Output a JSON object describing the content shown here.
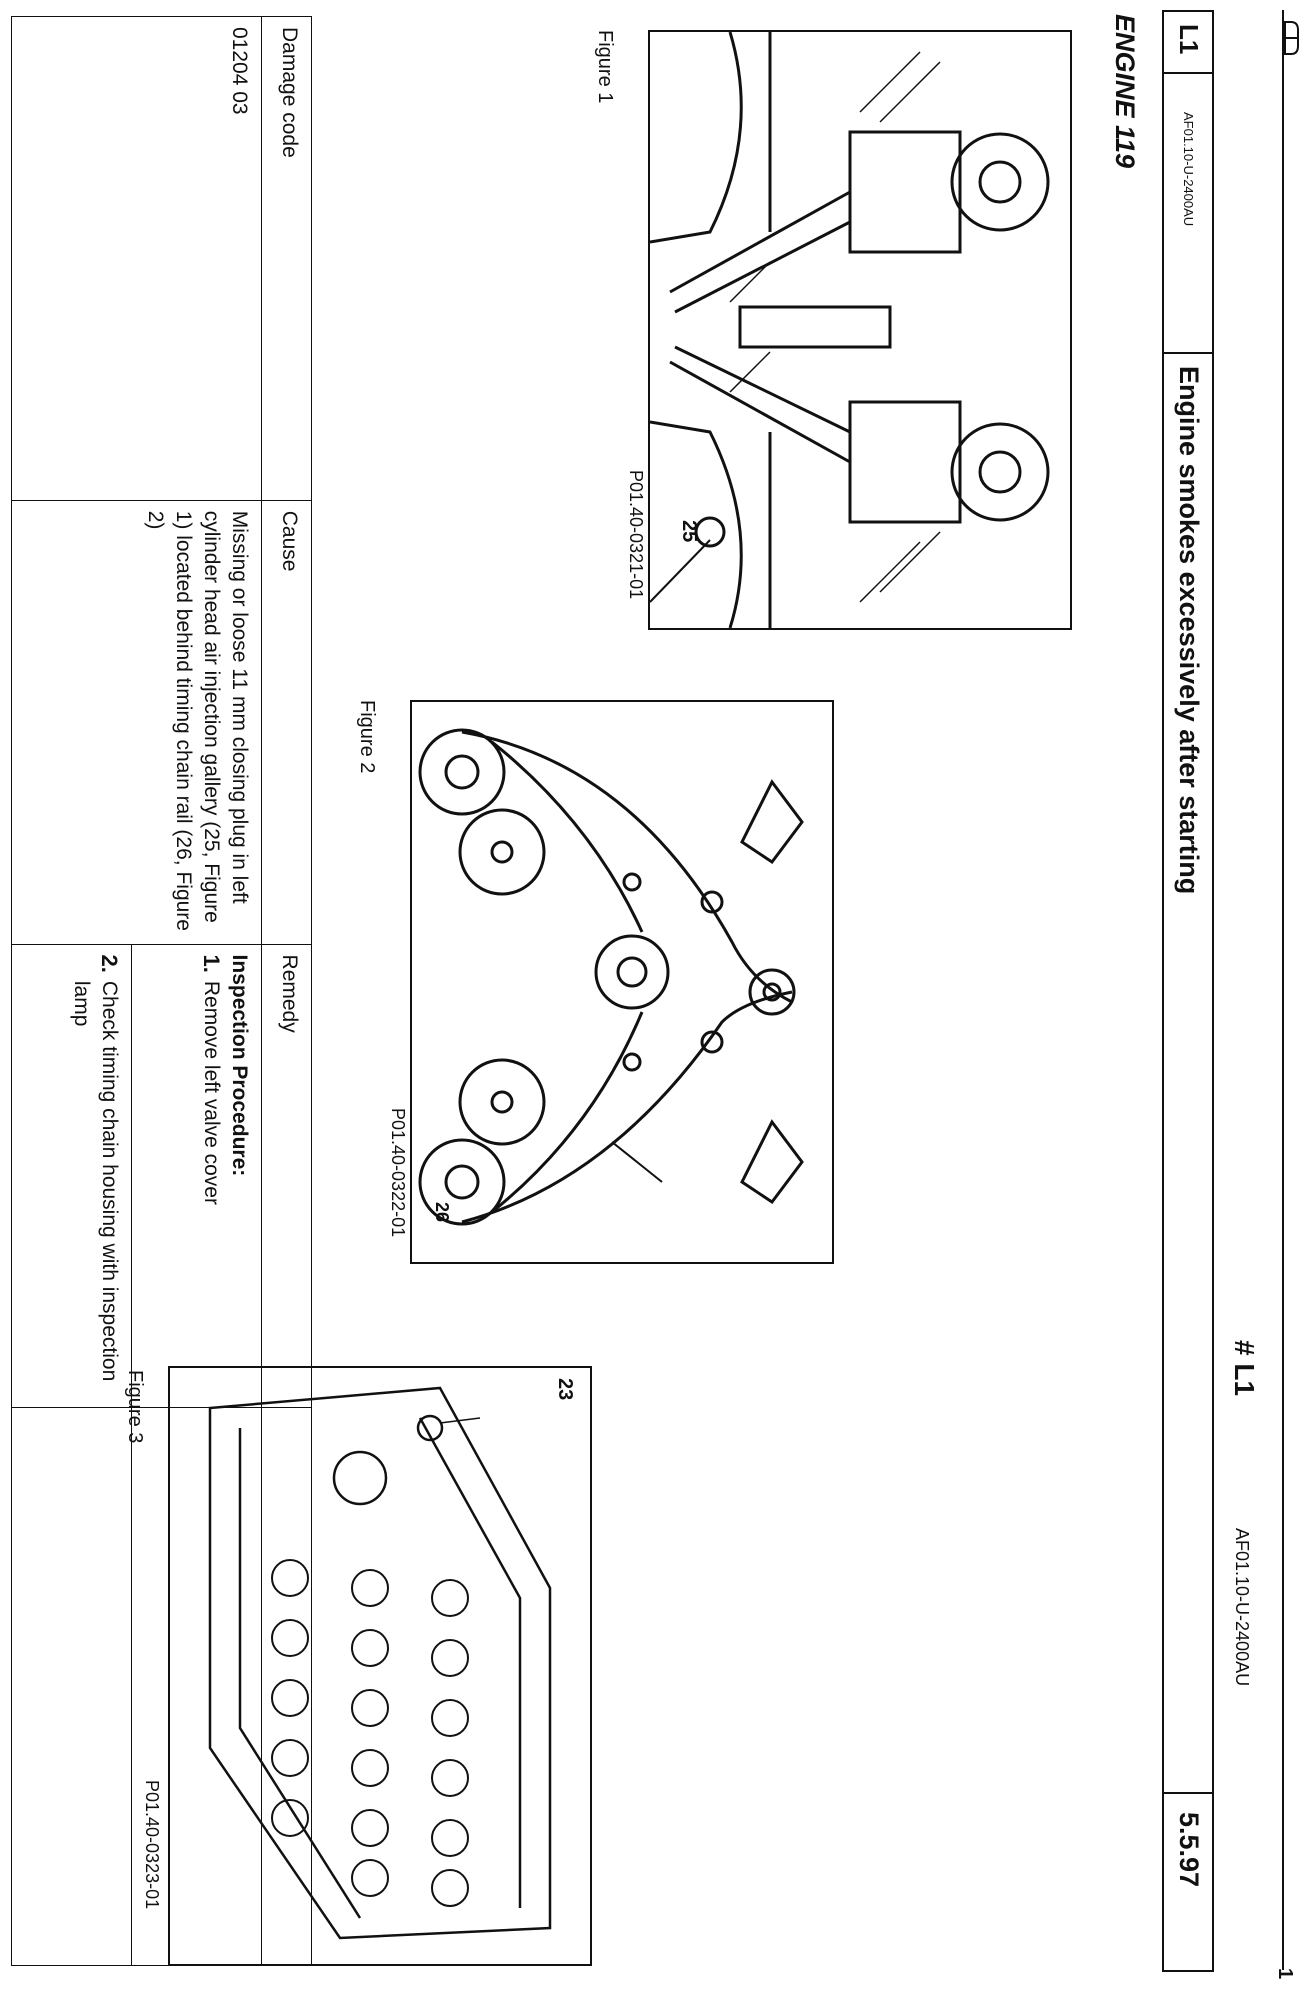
{
  "page": {
    "corner_page_number": "1",
    "header": {
      "section_code": "L1",
      "doc_code_small": "AF01.10-U-2400AU",
      "title": "Engine smokes excessively after starting",
      "group_mark": "# L1",
      "doc_code_right": "AF01.10-U-2400AU",
      "date": "5.5.97"
    },
    "heading": "ENGINE 119",
    "figures": [
      {
        "caption": "Figure 1",
        "ref": "P01.40-0321-01",
        "callout": "25"
      },
      {
        "caption": "Figure 2",
        "ref": "P01.40-0322-01",
        "callout": "26"
      },
      {
        "caption": "Figure 3",
        "ref": "P01.40-0323-01",
        "callout": "23"
      }
    ],
    "table": {
      "headers": [
        "Damage code",
        "Cause",
        "Remedy"
      ],
      "damage_code": "01204 03",
      "cause": "Missing or loose 11 mm closing plug in left cylinder head air injection gallery (25, Figure 1) located behind timing chain rail (26, Figure 2)",
      "remedy_title": "Inspection Procedure:",
      "steps": [
        {
          "num": "1.",
          "text": "Remove left valve cover"
        },
        {
          "num": "2.",
          "text": "Check timing chain housing with inspection lamp"
        }
      ]
    }
  }
}
